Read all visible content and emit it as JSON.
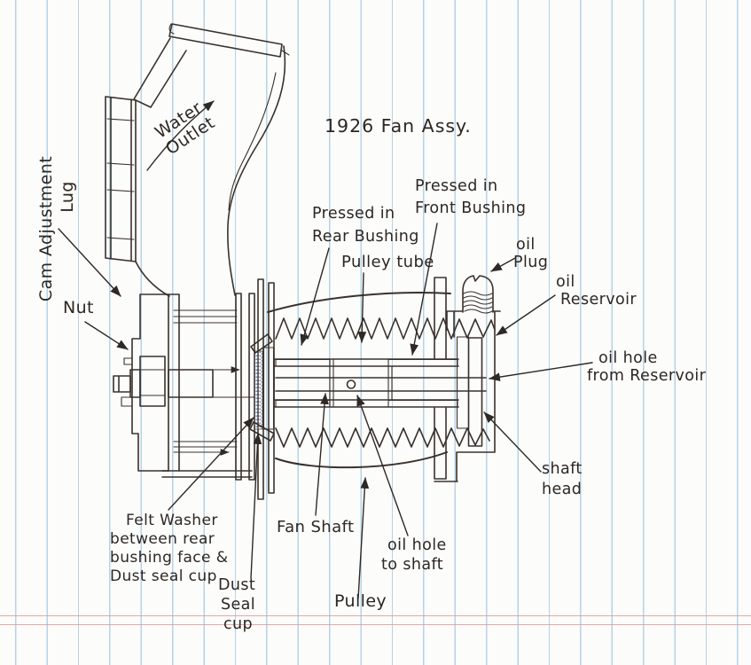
{
  "page": {
    "title": "1926 Fan Assy."
  },
  "labels": {
    "cam_adjustment": {
      "line1": "Cam Adjustment",
      "line2": "Lug"
    },
    "nut": "Nut",
    "water_outlet": {
      "line1": "Water",
      "line2": "Outlet"
    },
    "pressed_rear": {
      "line1": "Pressed in",
      "line2": "Rear Bushing"
    },
    "pulley_tube": "Pulley tube",
    "pressed_front": {
      "line1": "Pressed in",
      "line2": "Front Bushing"
    },
    "oil_plug": {
      "line1": "oil",
      "line2": "Plug"
    },
    "oil_reservoir": {
      "line1": "oil",
      "line2": "Reservoir"
    },
    "oil_hole_reservoir": {
      "line1": "oil hole",
      "line2": "from Reservoir"
    },
    "shaft_head": {
      "line1": "shaft",
      "line2": "head"
    },
    "felt_washer": {
      "line1": "Felt Washer",
      "line2": "between rear",
      "line3": "bushing face &",
      "line4": "Dust seal cup"
    },
    "fan_shaft": "Fan Shaft",
    "oil_hole_shaft": {
      "line1": "oil hole",
      "line2": "to shaft"
    },
    "dust_seal": {
      "line1": "Dust",
      "line2": "Seal",
      "line3": "cup"
    },
    "pulley": "Pulley"
  },
  "colors": {
    "ink": "#3a312c",
    "paper": "#fcfcfa",
    "rule_blue": "#b5d3e8",
    "margin_red": "#e09a9e",
    "felt_blue": "#5a6fb0"
  }
}
